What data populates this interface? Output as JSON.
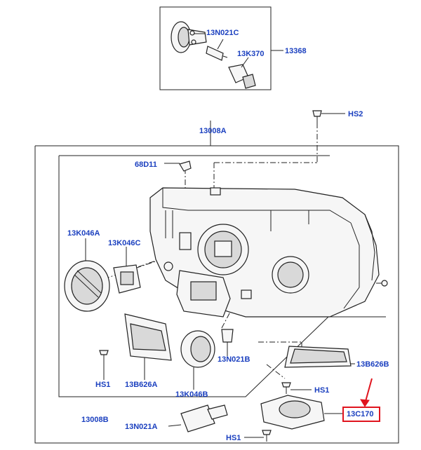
{
  "callouts": {
    "c13N021C_top": "13N021C",
    "c13K370": "13K370",
    "c13368": "13368",
    "cHS2": "HS2",
    "c13008A": "13008A",
    "c68D11": "68D11",
    "c13K046A": "13K046A",
    "c13K046C": "13K046C",
    "cHS1_left": "HS1",
    "c13B626A": "13B626A",
    "c13K046B": "13K046B",
    "c13N021B": "13N021B",
    "c13B626B": "13B626B",
    "cHS1_mid": "HS1",
    "c13008B": "13008B",
    "c13N021A": "13N021A",
    "cHS1_bottom": "HS1",
    "c13C170": "13C170"
  },
  "highlight": {
    "color": "#e0141e",
    "target": "13C170"
  },
  "colors": {
    "callout": "#1a3fbf",
    "line": "#222222"
  }
}
